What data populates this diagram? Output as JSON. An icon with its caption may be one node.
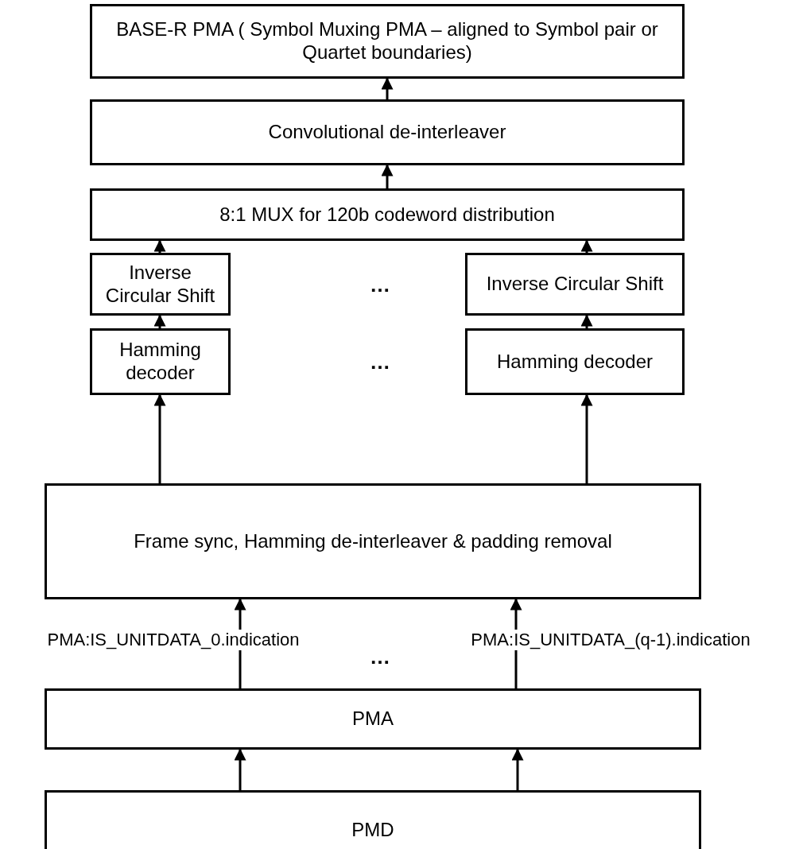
{
  "diagram": {
    "nodes": [
      {
        "text": [
          "BASE-R PMA ( Symbol Muxing PMA – aligned to Symbol pair or Quartet boundaries)"
        ]
      },
      {
        "text": [
          "Convolutional de-interleaver"
        ]
      },
      {
        "text": [
          "8:1 MUX for 120b codeword distribution"
        ]
      },
      {
        "text": [
          "Inverse Circular Shift"
        ]
      },
      {
        "text": [
          "Inverse Circular Shift"
        ]
      },
      {
        "text": [
          "Hamming decoder"
        ]
      },
      {
        "text": [
          "Hamming decoder"
        ]
      },
      {
        "text": [
          "Frame sync, Hamming de-interleaver & padding removal"
        ]
      },
      {
        "text": [
          "PMA"
        ]
      },
      {
        "text": [
          "PMD"
        ]
      }
    ],
    "edges": [
      {
        "from": 9,
        "to": 8,
        "arrow": "to"
      },
      {
        "from": 9,
        "to": 8,
        "arrow": "to"
      },
      {
        "from": 8,
        "to": 7,
        "arrow": "to",
        "label": "PMA:IS_UNITDATA_0.indication"
      },
      {
        "from": 8,
        "to": 7,
        "arrow": "to",
        "label": "PMA:IS_UNITDATA_(q-1).indication"
      },
      {
        "from": 7,
        "to": 5,
        "arrow": "to"
      },
      {
        "from": 7,
        "to": 6,
        "arrow": "to"
      },
      {
        "from": 5,
        "to": 3,
        "arrow": "to"
      },
      {
        "from": 6,
        "to": 4,
        "arrow": "to"
      },
      {
        "from": 3,
        "to": 2,
        "arrow": "to"
      },
      {
        "from": 4,
        "to": 2,
        "arrow": "to"
      },
      {
        "from": 2,
        "to": 1,
        "arrow": "to"
      },
      {
        "from": 1,
        "to": 0,
        "arrow": "to"
      }
    ],
    "labels": [
      "…",
      "…",
      "…"
    ]
  }
}
